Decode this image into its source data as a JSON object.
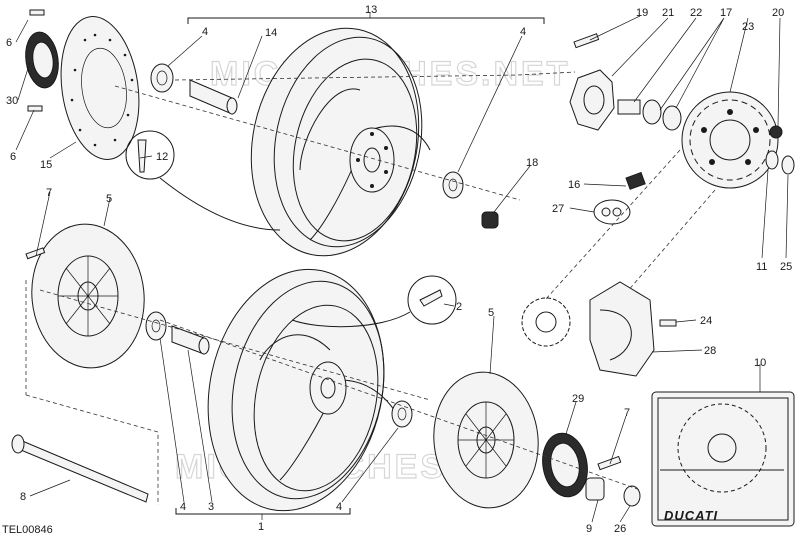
{
  "diagram": {
    "code": "TEL00846",
    "watermark": "MICROFICHES.NET",
    "logo": "DUCATI",
    "callouts": [
      "13",
      "14",
      "4",
      "4",
      "6",
      "30",
      "6",
      "15",
      "12",
      "19",
      "21",
      "22",
      "17",
      "20",
      "23",
      "18",
      "16",
      "27",
      "11",
      "25",
      "7",
      "5",
      "2",
      "24",
      "28",
      "5",
      "10",
      "29",
      "7",
      "8",
      "4",
      "3",
      "1",
      "4",
      "9",
      "26"
    ]
  }
}
